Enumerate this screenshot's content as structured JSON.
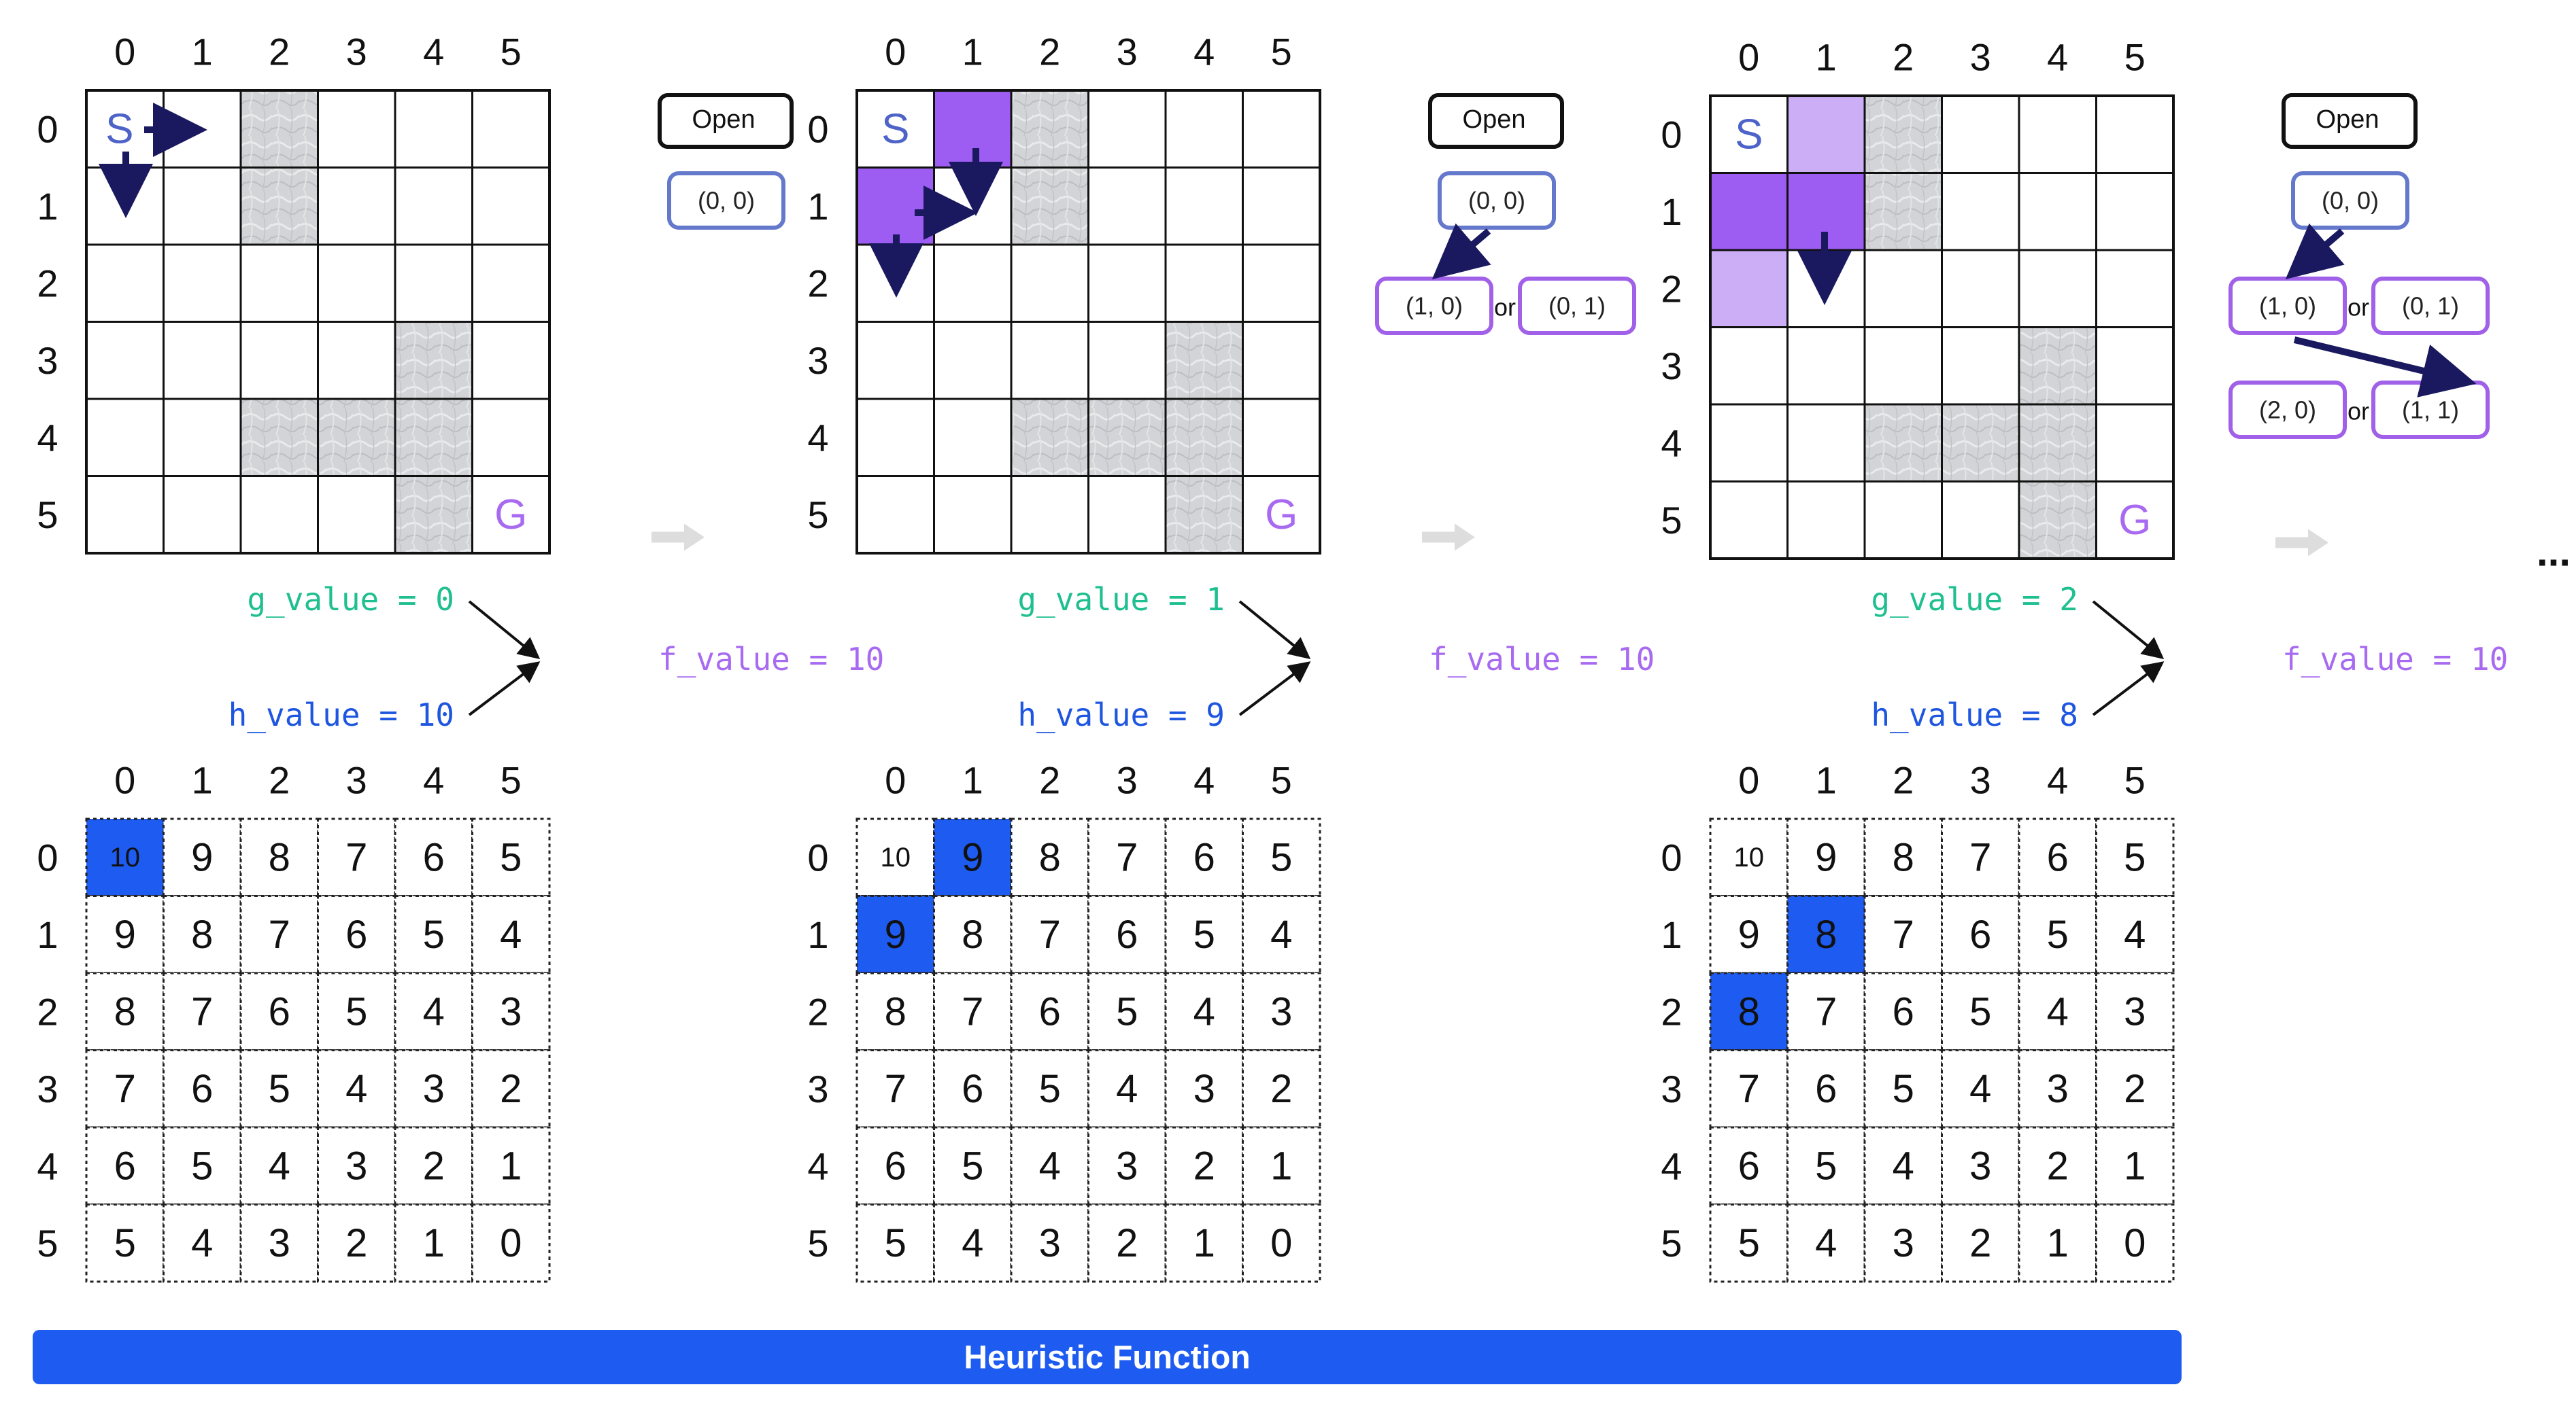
{
  "col_labels": [
    "0",
    "1",
    "2",
    "3",
    "4",
    "5"
  ],
  "row_labels": [
    "0",
    "1",
    "2",
    "3",
    "4",
    "5"
  ],
  "start_label": "S",
  "goal_label": "G",
  "open_label": "Open",
  "or_label": "or",
  "ellipsis": "...",
  "heuristic_bar_label": "Heuristic Function",
  "colors": {
    "purple_dark": "#9D5CF2",
    "purple_light": "#CBAEF5",
    "node_border_blue": "#6478CC",
    "node_border_purple": "#A060E8",
    "arrow_navy": "#1A1960",
    "g_green": "#1FBF8F",
    "h_blue": "#1E56E0",
    "f_purple": "#A76AF0",
    "bar_blue": "#1E5BF0",
    "highlight_blue": "#1E5BF0",
    "wall_gray": "#CFD0D3",
    "gray_arrow": "#DDDDDD"
  },
  "walls": [
    [
      0,
      2
    ],
    [
      1,
      2
    ],
    [
      3,
      4
    ],
    [
      4,
      2
    ],
    [
      4,
      3
    ],
    [
      4,
      4
    ],
    [
      5,
      4
    ]
  ],
  "heuristic_grid": [
    [
      "10",
      "9",
      "8",
      "7",
      "6",
      "5"
    ],
    [
      "9",
      "8",
      "7",
      "6",
      "5",
      "4"
    ],
    [
      "8",
      "7",
      "6",
      "5",
      "4",
      "3"
    ],
    [
      "7",
      "6",
      "5",
      "4",
      "3",
      "2"
    ],
    [
      "6",
      "5",
      "4",
      "3",
      "2",
      "1"
    ],
    [
      "5",
      "4",
      "3",
      "2",
      "1",
      "0"
    ]
  ],
  "panels": [
    {
      "g_text": "g_value = 0",
      "h_text": "h_value = 10",
      "f_text": "f_value = 10",
      "dark_cells": [],
      "light_cells": [],
      "h_highlight": [
        [
          0,
          0
        ]
      ],
      "open_nodes": [
        {
          "text": "(0, 0)",
          "row": 0,
          "col": 0,
          "border": "blue"
        }
      ]
    },
    {
      "g_text": "g_value = 1",
      "h_text": "h_value = 9",
      "f_text": "f_value = 10",
      "dark_cells": [
        [
          0,
          1
        ],
        [
          1,
          0
        ]
      ],
      "light_cells": [],
      "h_highlight": [
        [
          0,
          1
        ],
        [
          1,
          0
        ]
      ],
      "open_nodes": [
        {
          "text": "(0, 0)",
          "row": 0,
          "col": 0,
          "border": "blue"
        },
        {
          "text": "(1, 0)",
          "row": 1,
          "col": 0,
          "border": "purple"
        },
        {
          "text": "(0, 1)",
          "row": 1,
          "col": 1,
          "border": "purple"
        }
      ]
    },
    {
      "g_text": "g_value = 2",
      "h_text": "h_value = 8",
      "f_text": "f_value = 10",
      "dark_cells": [
        [
          1,
          0
        ],
        [
          1,
          1
        ]
      ],
      "light_cells": [
        [
          0,
          1
        ],
        [
          2,
          0
        ]
      ],
      "h_highlight": [
        [
          1,
          1
        ],
        [
          2,
          0
        ]
      ],
      "open_nodes": [
        {
          "text": "(0, 0)",
          "row": 0,
          "col": 0,
          "border": "blue"
        },
        {
          "text": "(1, 0)",
          "row": 1,
          "col": 0,
          "border": "purple"
        },
        {
          "text": "(0, 1)",
          "row": 1,
          "col": 1,
          "border": "purple"
        },
        {
          "text": "(2, 0)",
          "row": 2,
          "col": 0,
          "border": "purple"
        },
        {
          "text": "(1, 1)",
          "row": 2,
          "col": 1,
          "border": "purple"
        }
      ]
    }
  ]
}
